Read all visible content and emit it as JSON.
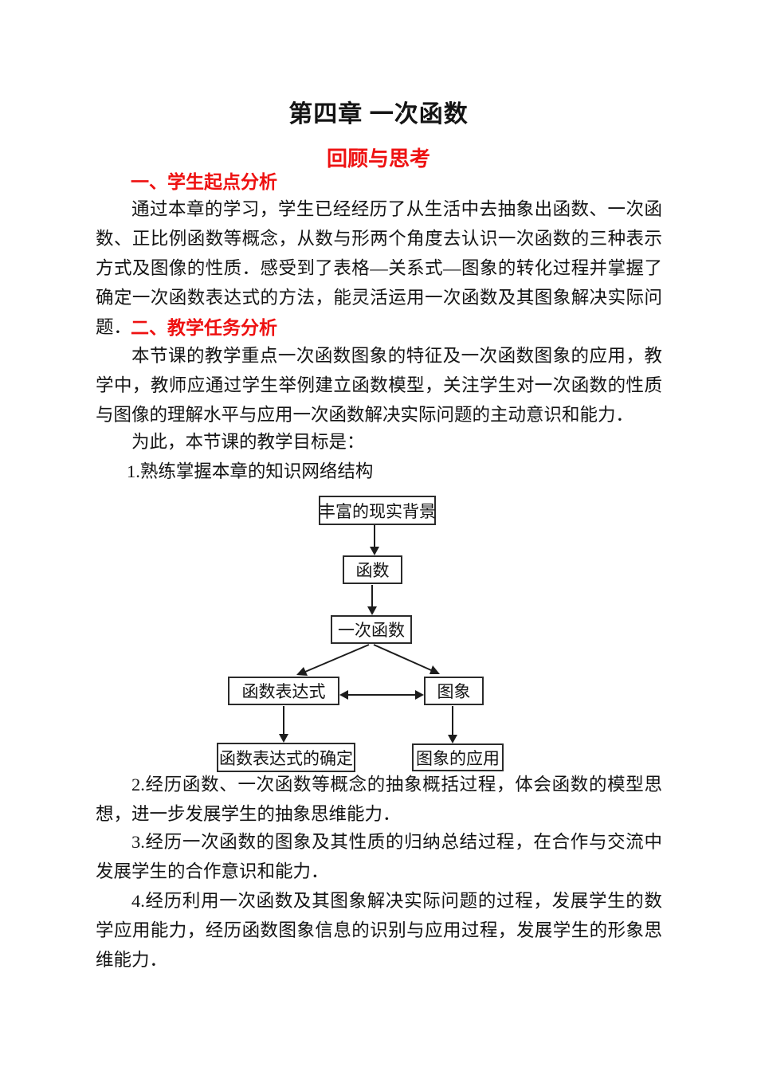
{
  "doc": {
    "title": "第四章 一次函数",
    "subtitle": "回顾与思考"
  },
  "sections": [
    {
      "heading": "一、学生起点分析",
      "paragraph": "通过本章的学习，学生已经经历了从生活中去抽象出函数、一次函数、正比例函数等概念，从数与形两个角度去认识一次函数的三种表示方式及图像的性质．感受到了表格—关系式—图象的转化过程并掌握了确定一次函数表达式的方法，能灵活运用一次函数及其图象解决实际问题．"
    },
    {
      "heading": "二、教学任务分析",
      "paragraph": "本节课的教学重点一次函数图象的特征及一次函数图象的应用，教学中，教师应通过学生举例建立函数模型，关注学生对一次函数的性质与图像的理解水平与应用一次函数解决实际问题的主动意识和能力．",
      "goal_intro": "为此，本节课的教学目标是：",
      "goal_1": "1.熟练掌握本章的知识网络结构"
    }
  ],
  "diagram": {
    "description": "knowledge network flowchart of chapter 4",
    "nodes": {
      "background": "丰富的现实背景",
      "function": "函数",
      "linear_function": "一次函数",
      "expression": "函数表达式",
      "graph": "图象",
      "expression_determination": "函数表达式的确定",
      "graph_application": "图象的应用"
    }
  },
  "goals": [
    "2.经历函数、一次函数等概念的抽象概括过程，体会函数的模型思想，进一步发展学生的抽象思维能力．",
    "3.经历一次函数的图象及其性质的归纳总结过程，在合作与交流中发展学生的合作意识和能力．",
    "4.经历利用一次函数及其图象解决实际问题的过程，发展学生的数学应用能力，经历函数图象信息的识别与应用过程，发展学生的形象思维能力．"
  ],
  "colors": {
    "heading_red": "#ee1111",
    "text_black": "#141414"
  }
}
